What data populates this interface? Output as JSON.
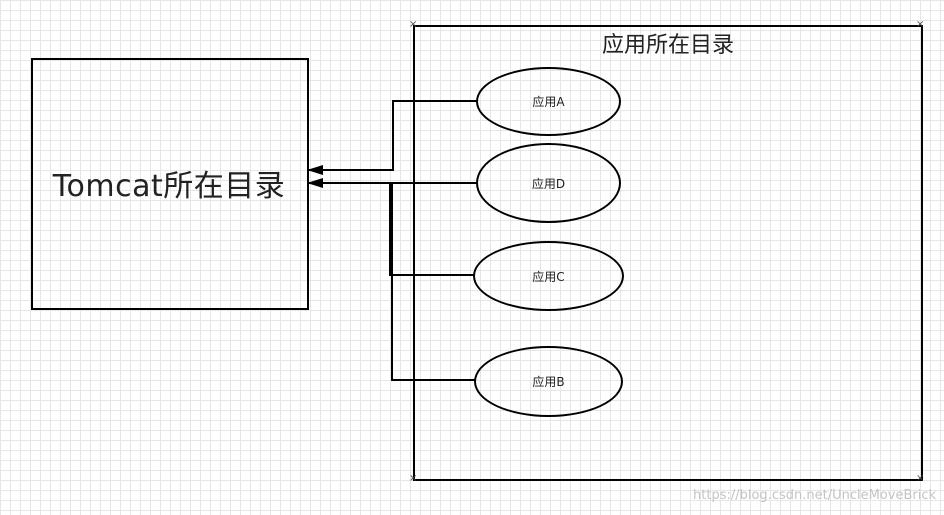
{
  "diagram": {
    "tomcat_label": "Tomcat所在目录",
    "container_label": "应用所在目录",
    "apps": [
      {
        "label": "应用A"
      },
      {
        "label": "应用D"
      },
      {
        "label": "应用C"
      },
      {
        "label": "应用B"
      }
    ]
  },
  "watermark": "https://blog.csdn.net/UncleMoveBrick",
  "colors": {
    "stroke": "#000000",
    "grid": "#e6e6e6",
    "background": "#ffffff"
  }
}
